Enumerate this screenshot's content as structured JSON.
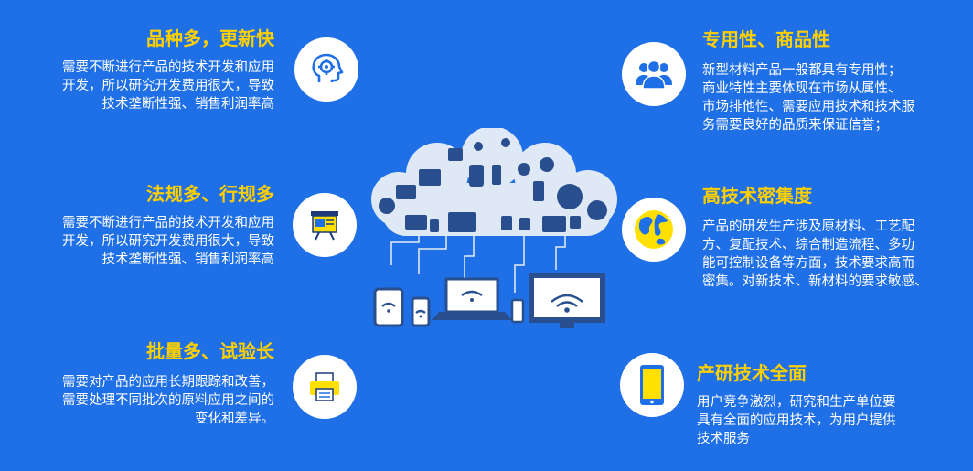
{
  "left": [
    {
      "title": "品种多，更新快",
      "lines": [
        "需要不断进行产品的技术开发和应用",
        "开发，所以研究开发费用很大，导致",
        "技术垄断性强、销售利润率高"
      ]
    },
    {
      "title": "法规多、行规多",
      "lines": [
        "需要不断进行产品的技术开发和应用",
        "开发，所以研究开发费用很大，导致",
        "技术垄断性强、销售利润率高"
      ]
    },
    {
      "title": "批量多、试验长",
      "lines": [
        "需要对产品的应用长期跟踪和改善，",
        "需要处理不同批次的原料应用之间的",
        "变化和差异。"
      ]
    }
  ],
  "right": [
    {
      "title": "专用性、商品性",
      "lines": [
        "新型材料产品一般都具有专用性；",
        "商业特性主要体现在市场从属性、",
        "市场排他性、需要应用技术和技术服",
        "务需要良好的品质来保证信誉；"
      ]
    },
    {
      "title": "高技术密集度",
      "lines": [
        "产品的研发生产涉及原材料、工艺配",
        "方、复配技术、综合制造流程、多功",
        "能可控制设备等方面，技术要求高而",
        "密集。对新技术、新材料的要求敏感、"
      ]
    },
    {
      "title": "产研技术全面",
      "lines": [
        "用户竞争激烈，研究和生产单位要",
        "具有全面的应用技术，为用户提供",
        "技术服务"
      ]
    }
  ],
  "icons": [
    "brain-gear-icon",
    "presentation-board-icon",
    "printer-icon",
    "users-group-icon",
    "globe-icon",
    "smartphone-icon"
  ],
  "colors": {
    "background": "#1f6fe6",
    "title": "#ffd000",
    "icon_blue": "#1f6fe6",
    "icon_yellow": "#ffe000"
  }
}
